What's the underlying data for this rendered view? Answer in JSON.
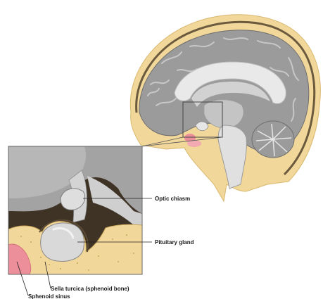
{
  "labels": {
    "optic_chiasm": "Optic chiasm",
    "pituitary_gland": "Pituitary gland",
    "sella_turcica": "Sella turcica (sphenoid bone)",
    "sphenoid_sinus": "Sphenoid sinus"
  },
  "colors": {
    "bone": "#f1d79a",
    "dura": "#5b4a35",
    "cortex": "#9b9b9b",
    "white_matter": "#e9e9e9",
    "ventricle": "#d8d8d8",
    "sinus": "#ec8f9a",
    "dark_fossa": "#3f3325"
  }
}
